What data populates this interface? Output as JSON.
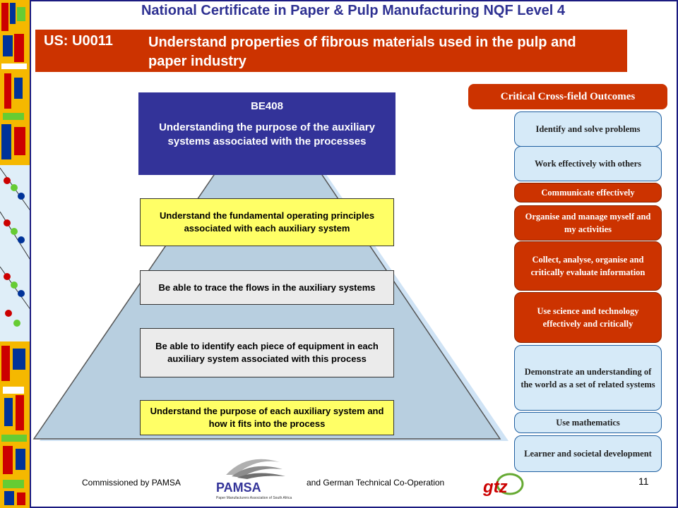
{
  "header": {
    "title": "National Certificate in Paper & Pulp Manufacturing NQF Level 4"
  },
  "unit": {
    "code": "US: U0011",
    "description": "Understand properties of fibrous materials used in the pulp and paper industry"
  },
  "be_box": {
    "code": "BE408",
    "title": "Understanding the purpose of  the auxiliary systems associated with the processes"
  },
  "outcomes": [
    "Understand the fundamental operating principles associated with each auxiliary system",
    "Be able to trace the flows in the auxiliary systems",
    "Be able to identify each piece of equipment in each auxiliary system associated with this process",
    "Understand the purpose of each auxiliary system and how it fits into the process"
  ],
  "critical_outcomes": {
    "header": "Critical Cross-field Outcomes",
    "items": [
      {
        "label": "Identify and solve problems",
        "highlight": false
      },
      {
        "label": "Work effectively with others",
        "highlight": false
      },
      {
        "label": "Communicate effectively",
        "highlight": true
      },
      {
        "label": "Organise and manage myself and my activities",
        "highlight": true
      },
      {
        "label": "Collect, analyse, organise and critically evaluate information",
        "highlight": true
      },
      {
        "label": "Use science and technology effectively and critically",
        "highlight": true
      },
      {
        "label": "Demonstrate an understanding of the world as a set of  related systems",
        "highlight": false
      },
      {
        "label": "Use mathematics",
        "highlight": false
      },
      {
        "label": "Learner and societal development",
        "highlight": false
      }
    ]
  },
  "footer": {
    "commissioned_by": "Commissioned by PAMSA",
    "cooperation": "and German Technical Co-Operation",
    "page_number": "11"
  },
  "logos": {
    "pamsa_text": "PAMSA",
    "pamsa_subtext": "Paper Manufacturers Association of South Africa",
    "gtz_text": "gtz"
  },
  "colors": {
    "title": "#2e3192",
    "banner": "#cc3300",
    "be_box": "#333399",
    "pyramid": "#b8cfe0",
    "outcome_highlight": "#ffff66"
  }
}
